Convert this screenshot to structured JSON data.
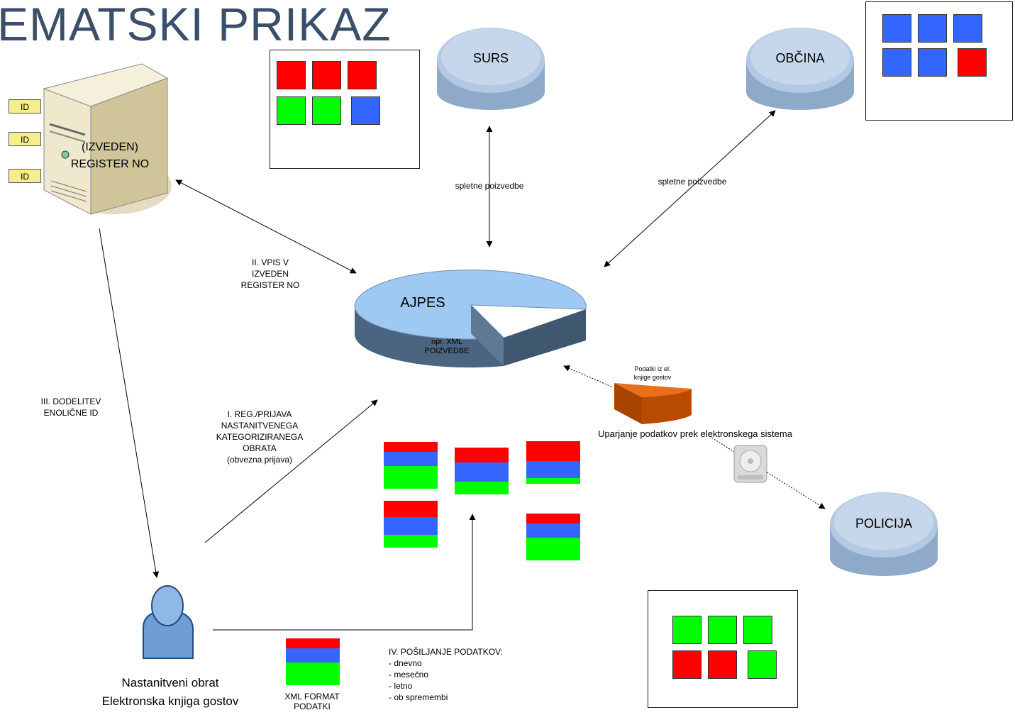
{
  "title": "EMATSKI PRIKAZ",
  "nodes": {
    "surs": "SURS",
    "obcina": "OBČINA",
    "ajpes": "AJPES",
    "ajpes_sub": "npr. XML\nPOIZVEDBE",
    "policija": "POLICIJA",
    "server_label": "(IZVEDEN)\nREGISTER NO",
    "user_label": "Nastanitveni obrat\nElektronska knjiga gostov",
    "guestbook_wedge": "Podatki iz el.\nknjige gostov"
  },
  "id_tags": [
    "ID",
    "ID",
    "ID"
  ],
  "edges": {
    "surs_query": "spletne poizvedbe",
    "obcina_query": "spletne poizvedbe",
    "step2": "II. VPIS V\nIZVEDEN\nREGISTER NO",
    "step3": "III. DODELITEV\nENOLIČNE ID",
    "step1": "I. REG./PRIJAVA\nNASTANITVENEGA\nKATEGORIZIRANEGA\nOBRATA\n(obvezna prijava)",
    "matching": "Uparjanje podatkov prek elektronskega sistema",
    "step4": "IV. POŠILJANJE PODATKOV:\n- dnevno\n- mesečno\n- letno\n- ob spremembi",
    "xml_format": "XML FORMAT\nPODATKI"
  },
  "colors": {
    "red": "#ff0000",
    "green": "#00ff00",
    "blue": "#3366ff",
    "cylinder_top": "#b8cce4",
    "pie_top": "#99ccff",
    "pie_side": "#4a6a8a",
    "wedge": "#cc5500",
    "id_tag": "#f5ee8c"
  },
  "panels": {
    "top_left": [
      [
        "red",
        "red",
        "red"
      ],
      [
        "green",
        "green",
        "blue"
      ]
    ],
    "top_right": [
      [
        "blue",
        "blue",
        "blue"
      ],
      [
        "blue",
        "blue",
        "red"
      ]
    ],
    "bottom_right": [
      [
        "green",
        "green",
        "green"
      ],
      [
        "red",
        "red",
        "green"
      ]
    ]
  }
}
